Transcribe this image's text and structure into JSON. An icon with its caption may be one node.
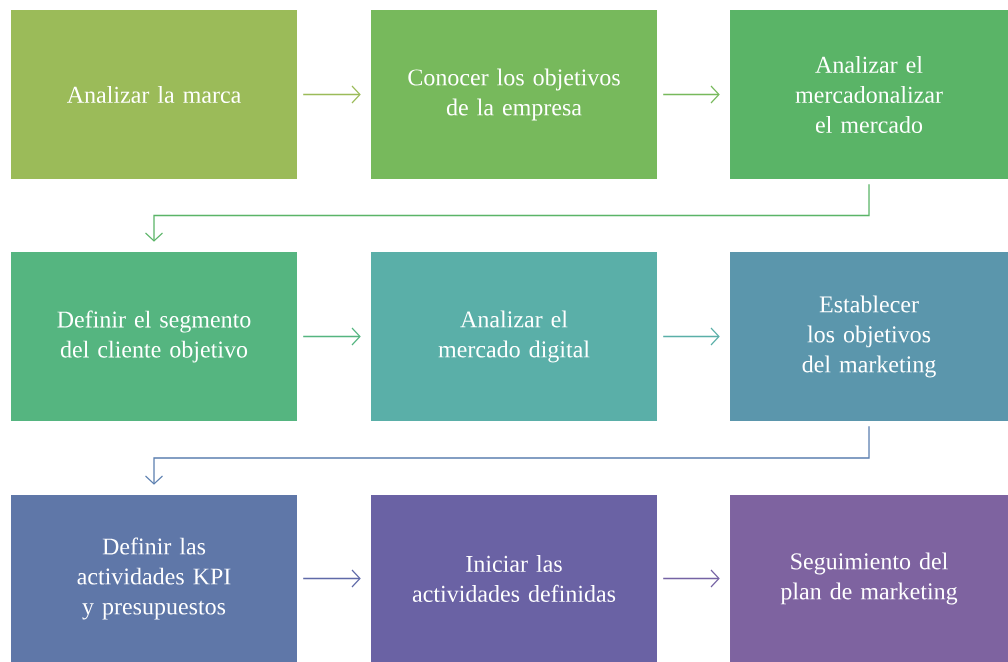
{
  "diagram": {
    "nodes": [
      {
        "text": [
          "Analizar la marca"
        ]
      },
      {
        "text": [
          "Conocer los objetivos de la empresa"
        ]
      },
      {
        "text": [
          "Analizar el mercadonalizar el mercado"
        ]
      },
      {
        "text": [
          "Definir el segmento del cliente objetivo"
        ]
      },
      {
        "text": [
          "Analizar el mercado digital"
        ]
      },
      {
        "text": [
          "Establecer los objetivos del marketing"
        ]
      },
      {
        "text": [
          "Definir las actividades KPI y presupuestos"
        ]
      },
      {
        "text": [
          "Iniciar las actividades definidas"
        ]
      },
      {
        "text": [
          "Seguimiento del plan de marketing"
        ]
      }
    ],
    "edges": [
      {
        "from": 0,
        "to": 1,
        "arrow": "to",
        "color": "#9bbb59"
      },
      {
        "from": 1,
        "to": 2,
        "arrow": "to",
        "color": "#77b95c"
      },
      {
        "from": 2,
        "to": 3,
        "arrow": "to",
        "color": "#5ab467"
      },
      {
        "from": 3,
        "to": 4,
        "arrow": "to",
        "color": "#55b580"
      },
      {
        "from": 4,
        "to": 5,
        "arrow": "to",
        "color": "#5aafa8"
      },
      {
        "from": 5,
        "to": 6,
        "arrow": "to",
        "color": "#5b7fb0"
      },
      {
        "from": 6,
        "to": 7,
        "arrow": "to",
        "color": "#5f6aa8"
      },
      {
        "from": 7,
        "to": 8,
        "arrow": "to",
        "color": "#7563a4"
      }
    ]
  }
}
